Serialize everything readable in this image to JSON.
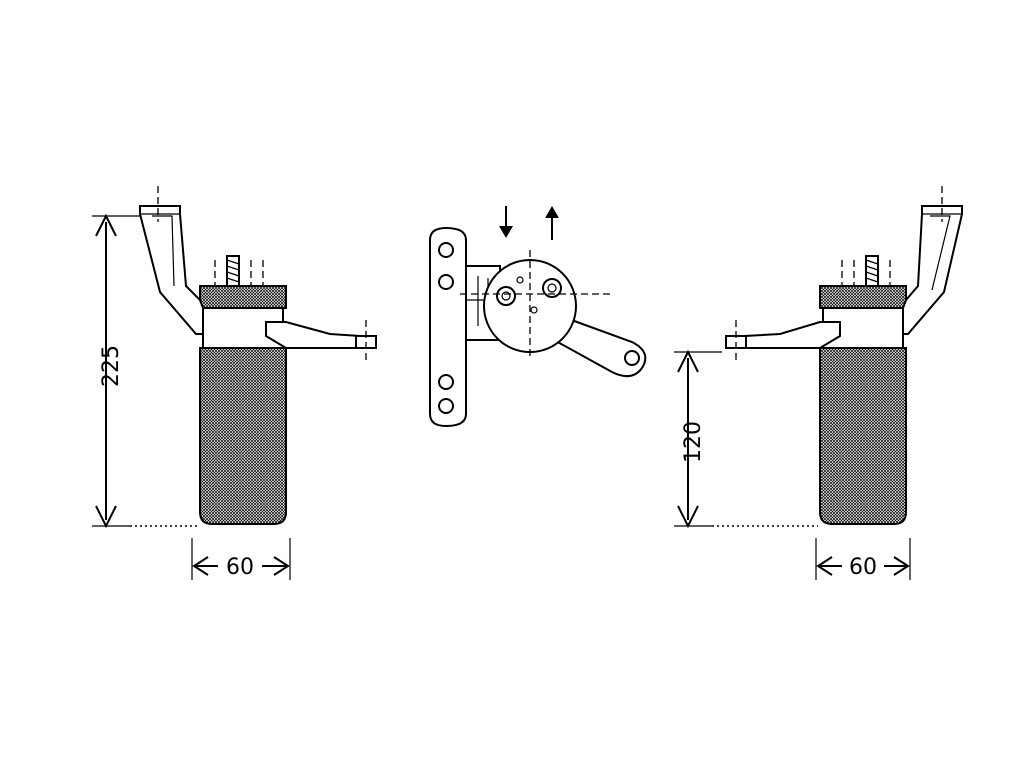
{
  "dimensions": {
    "left_height": "225",
    "left_width": "60",
    "right_height": "120",
    "right_width": "60"
  },
  "colors": {
    "line": "#000000",
    "hatch": "#000000",
    "background": "#ffffff"
  }
}
